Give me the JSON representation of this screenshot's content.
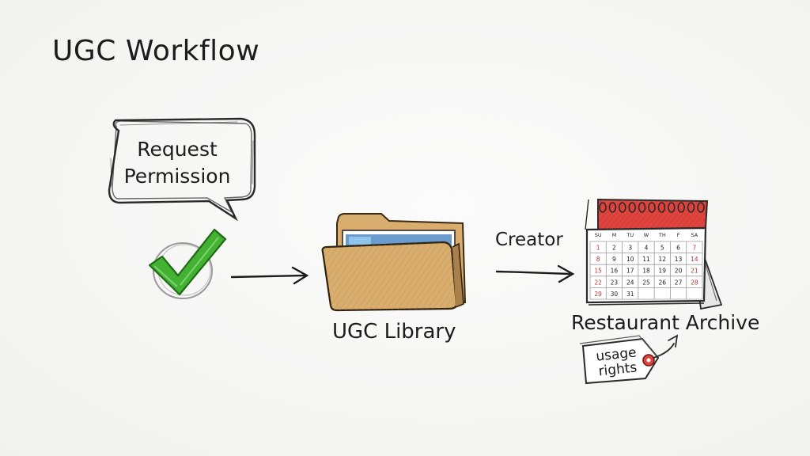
{
  "title": "UGC Workflow",
  "nodes": {
    "request": {
      "line1": "Request",
      "line2": "Permission"
    },
    "library": {
      "label": "UGC Library"
    },
    "creator": {
      "label": "Creator"
    },
    "archive": {
      "label": "Restaurant Archive"
    },
    "tag": {
      "line1": "usage",
      "line2": "rights"
    }
  },
  "colors": {
    "check": "#43b232",
    "folder": "#d9ad6e",
    "calendar_header": "#e0443e",
    "ink": "#1c1c1c"
  },
  "calendar": {
    "weekdays": [
      "SU",
      "M",
      "TU",
      "W",
      "TH",
      "F",
      "SA"
    ],
    "rows": [
      [
        "1",
        "2",
        "3",
        "4",
        "5",
        "6",
        "7"
      ],
      [
        "8",
        "9",
        "10",
        "11",
        "12",
        "13",
        "14"
      ],
      [
        "15",
        "16",
        "17",
        "18",
        "19",
        "20",
        "21"
      ],
      [
        "22",
        "23",
        "24",
        "25",
        "26",
        "27",
        "28"
      ],
      [
        "29",
        "30",
        "31",
        "",
        "",
        "",
        ""
      ]
    ]
  }
}
